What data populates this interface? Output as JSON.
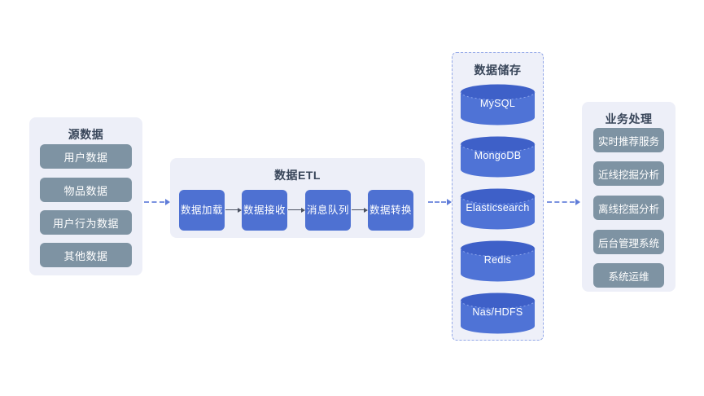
{
  "source": {
    "title": "源数据",
    "items": [
      "用户数据",
      "物品数据",
      "用户行为数据",
      "其他数据"
    ]
  },
  "etl": {
    "title": "数据ETL",
    "steps": [
      "数据加载",
      "数据接收",
      "消息队列",
      "数据转换"
    ]
  },
  "storage": {
    "title": "数据储存",
    "items": [
      "MySQL",
      "MongoDB",
      "Elasticsearch",
      "Redis",
      "Nas/HDFS"
    ]
  },
  "business": {
    "title": "业务处理",
    "items": [
      "实时推荐服务",
      "近线挖掘分析",
      "离线挖掘分析",
      "后台管理系统",
      "系统运维"
    ]
  },
  "colors": {
    "panel_bg": "#edeff8",
    "storage_panel_bg": "#eef0f9",
    "storage_dashed_border": "#94a8e8",
    "slate_box": "#7e93a3",
    "blue_box": "#4e71d2",
    "cylinder_body": "#4f73d6",
    "cylinder_top": "#3e60c8",
    "cylinder_dash_line": "#8ea6ec",
    "dashed_connector": "#7b93e0",
    "flow_arrow": "#4a5160",
    "title_text": "#39465a",
    "box_text": "#ffffff"
  }
}
